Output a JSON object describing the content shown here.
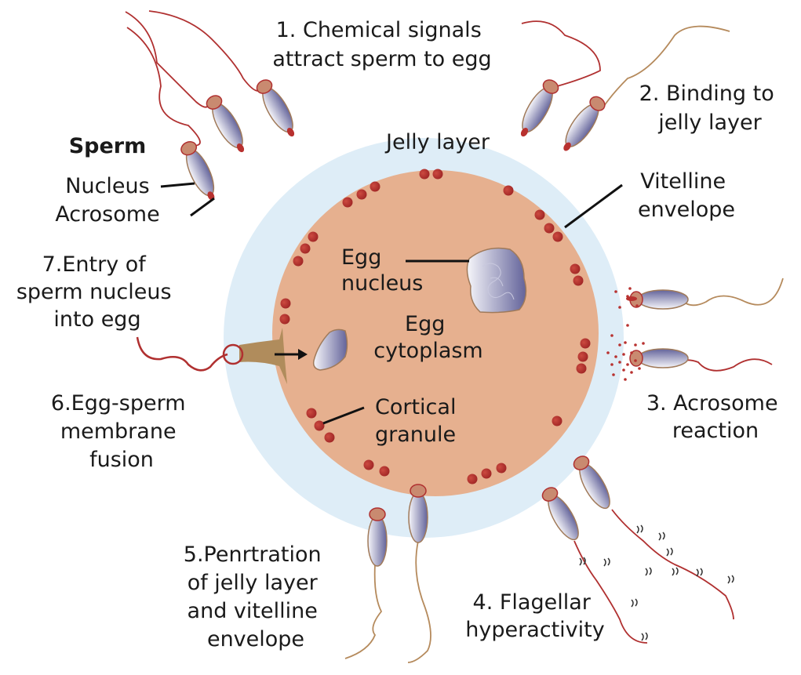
{
  "title": "Fertilization of a sea urchin egg",
  "labels": {
    "step1": [
      "1. Chemical signals",
      "attract sperm to egg"
    ],
    "step2": [
      "2. Binding to",
      "jelly layer"
    ],
    "step3": [
      "3. Acrosome",
      "reaction"
    ],
    "step4": [
      "4. Flagellar",
      "hyperactivity"
    ],
    "step5": [
      "5.Penrtration",
      "of jelly layer",
      "and vitelline",
      "envelope"
    ],
    "step6": [
      "6.Egg-sperm",
      "membrane",
      "fusion"
    ],
    "step7": [
      "7.Entry of",
      "sperm nucleus",
      "into egg"
    ],
    "sperm_heading": "Sperm",
    "nucleus": "Nucleus",
    "acrosome": "Acrosome",
    "jelly_layer": "Jelly layer",
    "vitelline": [
      "Vitelline",
      "envelope"
    ],
    "egg_nucleus": [
      "Egg",
      "nucleus"
    ],
    "egg_cytoplasm": [
      "Egg",
      "cytoplasm"
    ],
    "cortical_granule": [
      "Cortical",
      "granule"
    ]
  },
  "colors": {
    "jelly": "#deedf7",
    "cytoplasm": "#e6b08f",
    "granule": "#b8312f",
    "sperm_neck": "#c98a70",
    "sperm_head_light": "#f4f4f8",
    "sperm_head_dark": "#6a6a9a",
    "tail_red": "#b8312f",
    "tail_tan": "#b58a5c",
    "fusion_cone": "#b08c5c"
  }
}
